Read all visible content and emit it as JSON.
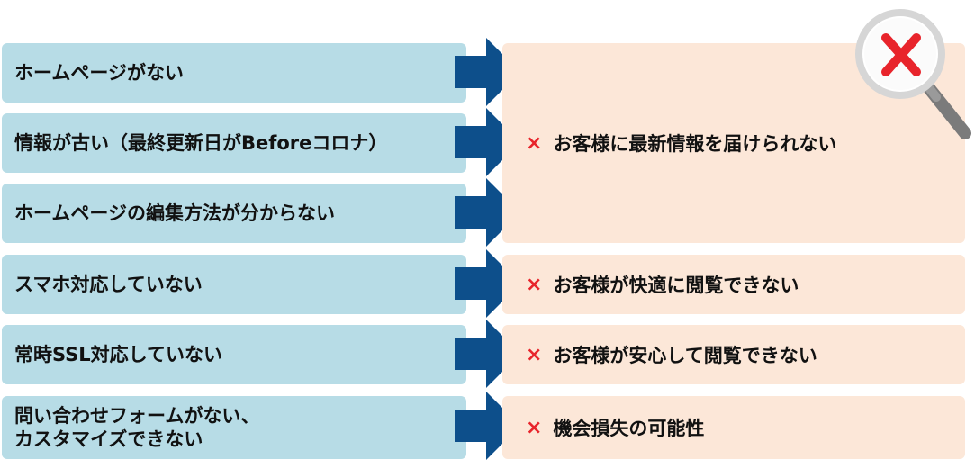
{
  "causes": [
    "ホームページがない",
    "情報が古い（最終更新日がBeforeコロナ）",
    "ホームページの編集方法が分からない",
    "スマホ対応していない",
    "常時SSL対応していない",
    "問い合わせフォームがない、\nカスタマイズできない"
  ],
  "results": [
    {
      "mark": "×",
      "text": "お客様に最新情報を届けられない"
    },
    {
      "mark": "×",
      "text": "お客様が快適に閲覧できない"
    },
    {
      "mark": "×",
      "text": "お客様が安心して閲覧できない"
    },
    {
      "mark": "×",
      "text": "機会損失の可能性"
    }
  ],
  "colors": {
    "cause_bg": "#b7dce6",
    "result_bg": "#fce7d8",
    "arrow": "#0d4f8b",
    "x_mark": "#e8242b"
  },
  "icons": [
    "magnifier-x-icon",
    "arrow-right-icon"
  ]
}
